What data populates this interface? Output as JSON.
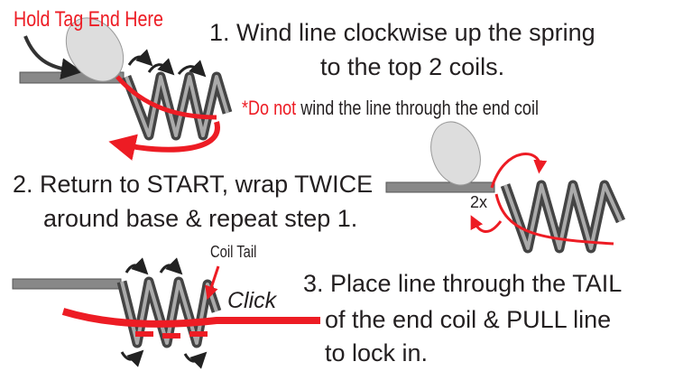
{
  "step1": {
    "hold_label": "Hold Tag End Here",
    "line1": "1. Wind line clockwise up the spring",
    "line2": "to the top 2 coils.",
    "warning_prefix": "*Do not",
    "warning_rest": " wind the line through the end coil"
  },
  "step2": {
    "line1": "2. Return to START, wrap TWICE",
    "line2": "around base &  repeat step 1.",
    "count_label": "2x"
  },
  "step3": {
    "coil_tail_label": "Coil Tail",
    "click_label": "Click",
    "line1": "3. Place line through the TAIL",
    "line2": "of the end coil & PULL line",
    "line3": "to lock in."
  },
  "colors": {
    "line": "#ed1c24",
    "spring": "#555555",
    "text": "#231f20"
  }
}
